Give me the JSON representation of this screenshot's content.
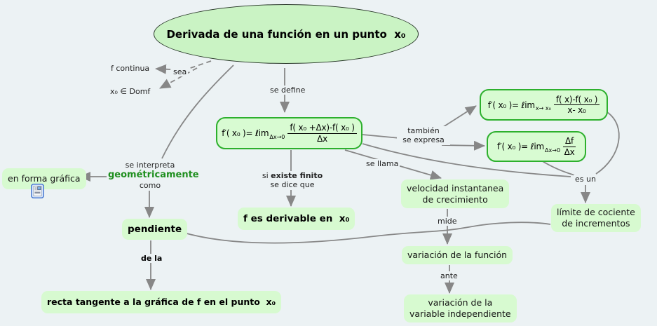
{
  "colors": {
    "canvas": "#ecf2f4",
    "node_fill": "#d7fad0",
    "ellipse_fill": "#caf3c4",
    "formula_fill": "#d8fbd2",
    "formula_border": "#2db02d",
    "connector": "#878787",
    "green_text": "#1f8f1f"
  },
  "title": {
    "text": "Derivada de una función en un punto  x₀"
  },
  "formulas": {
    "definition": {
      "head": "f′( x₀ )= ℓim",
      "sub": "Δx→0",
      "num": "f( x₀ +Δx)-f( x₀ )",
      "den": "Δx"
    },
    "alt_x": {
      "head": "f′( x₀ )= ℓim",
      "sub": "x→ x₀",
      "num": "f( x)-f( x₀ )",
      "den": "x- x₀"
    },
    "alt_delta": {
      "head": "f′( x₀ )= ℓim",
      "sub": "Δx→0",
      "num": "Δf",
      "den": "Δx"
    }
  },
  "concepts": {
    "en_forma_grafica": "en forma gráfica",
    "pendiente": "pendiente",
    "f_derivable": "f es derivable en  x₀",
    "velocidad_l1": "velocidad instantanea",
    "velocidad_l2": "de crecimiento",
    "limite_l1": "límite de cociente",
    "limite_l2": "de incrementos",
    "variacion_funcion": "variación de la función",
    "variacion_var_l1": "variación de la",
    "variacion_var_l2": "variable independiente",
    "recta_tangente": "recta tangente a la gráfica de f en el punto  x₀"
  },
  "linking_phrases": {
    "sea": "sea",
    "f_continua": "f continua",
    "x0_domf": "x₀ ∈ Domf",
    "se_define": "se define",
    "tambien": "también",
    "se_expresa": "se expresa",
    "se_llama": "se llama",
    "es_un": "es un",
    "mide": "mide",
    "ante": "ante",
    "de_la": "de la",
    "si": "si",
    "existe_finito": "existe finito",
    "se_dice_que": "se dice que",
    "se_interpreta": "se interpreta",
    "geometricamente": "geométricamente",
    "como": "como"
  },
  "icons": {
    "resource_icon": "document-attachment-icon"
  }
}
